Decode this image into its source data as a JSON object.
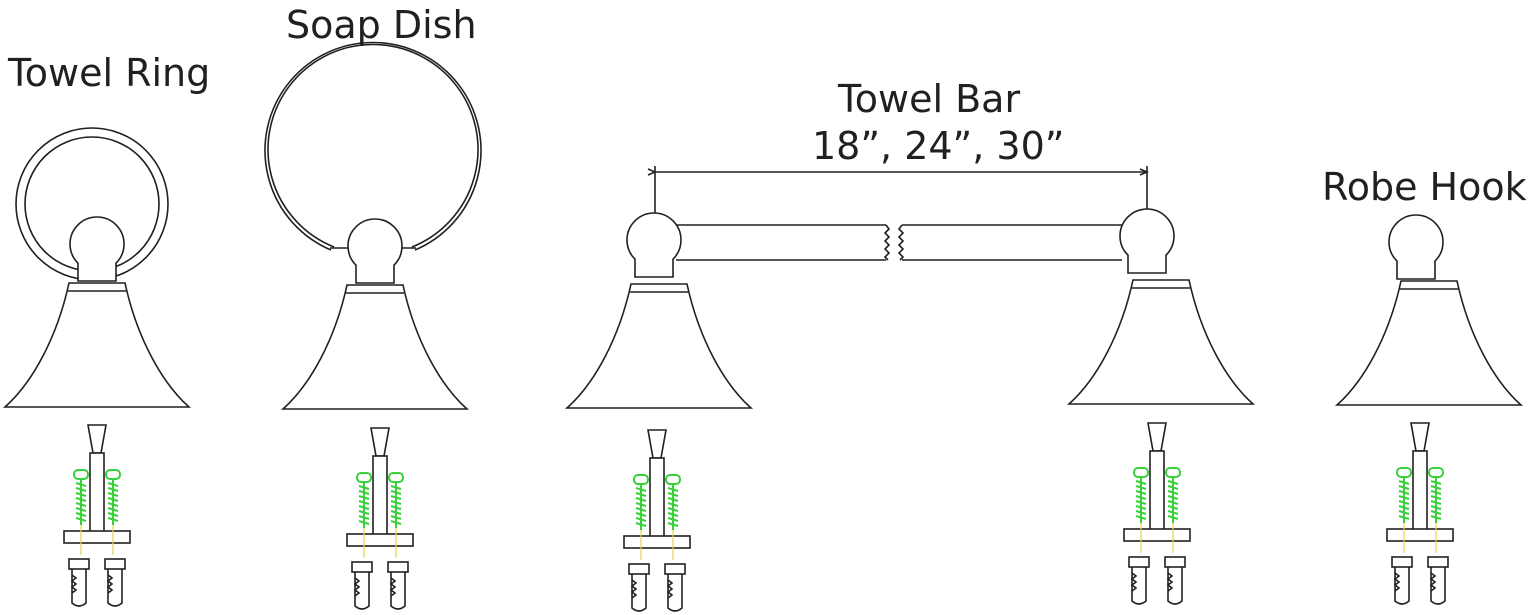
{
  "labels": {
    "towel_ring": "Towel Ring",
    "soap_dish": "Soap Dish",
    "towel_bar": "Towel Bar",
    "towel_bar_sizes": "18”, 24”, 30”",
    "robe_hook": "Robe Hook"
  },
  "colors": {
    "line": "#231f20",
    "screw": "#39d139",
    "guide": "#e3d84a"
  }
}
